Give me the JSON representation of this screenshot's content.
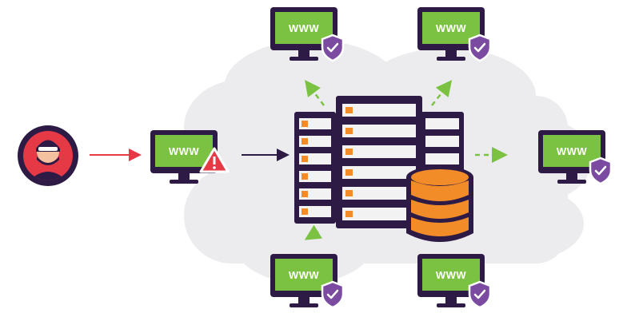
{
  "colors": {
    "cloud": "#ececef",
    "outline": "#2d1b45",
    "screen": "#7cc242",
    "shield": "#7a4ba0",
    "warning": "#e63946",
    "attacker_ring": "#e63946",
    "arrow_red": "#e63946",
    "arrow_green": "#7cc242",
    "server_light": "#f2f2f2",
    "server_accent": "#f28c28",
    "database": "#f28c28"
  },
  "icons": [
    "attacker-icon",
    "monitor-icon",
    "warning-icon",
    "shield-check-icon",
    "server-icon",
    "database-icon"
  ],
  "attacker": {
    "label": ""
  },
  "compromised_site": {
    "screen_text": "WWW"
  },
  "protected_sites": [
    {
      "screen_text": "WWW"
    },
    {
      "screen_text": "WWW"
    },
    {
      "screen_text": "WWW"
    },
    {
      "screen_text": "WWW"
    },
    {
      "screen_text": "WWW"
    }
  ]
}
